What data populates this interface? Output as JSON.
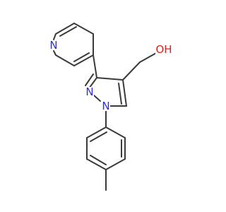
{
  "molecule": {
    "atom_labels": {
      "pyridine_n": "N",
      "pyrazole_n2": "N",
      "pyrazole_n1": "N",
      "hydroxyl": "OH"
    },
    "colors": {
      "bond": "#3a3a3a",
      "nitrogen": "#2f2fd6",
      "oxygen": "#e02020"
    }
  }
}
